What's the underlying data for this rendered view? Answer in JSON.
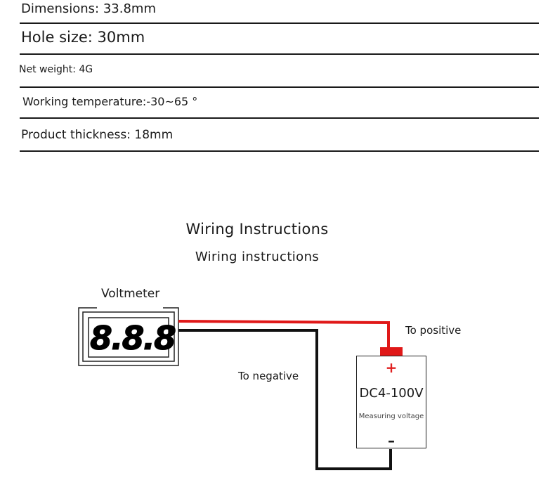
{
  "specs": [
    {
      "text": "Dimensions: 33.8mm"
    },
    {
      "text": "Hole size: 30mm"
    },
    {
      "text": "Net weight: 4G"
    },
    {
      "text": "Working temperature:-30~65 °"
    },
    {
      "text": "Product thickness: 18mm"
    }
  ],
  "wiring": {
    "title": "Wiring Instructions",
    "subtitle": "Wiring instructions",
    "voltmeter_label": "Voltmeter",
    "display_digits": "8.8.8",
    "to_positive": "To positive",
    "to_negative": "To negative",
    "source": {
      "plus": "+",
      "voltage": "DC4-100V",
      "caption": "Measuring voltage",
      "minus": "–"
    }
  },
  "colors": {
    "positive_wire": "#e01818",
    "negative_wire": "#111111",
    "text": "#1a1a1a"
  }
}
